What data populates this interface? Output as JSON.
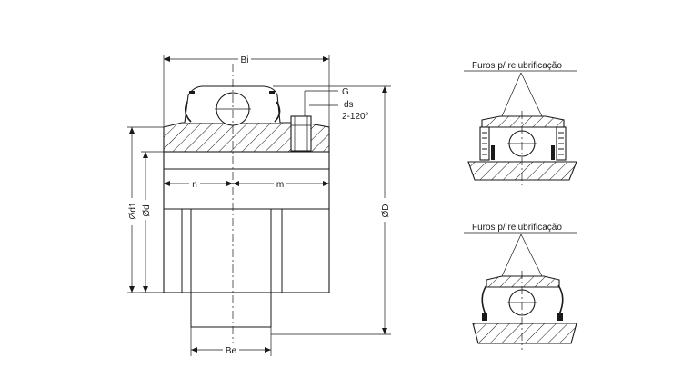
{
  "main_view": {
    "dimensions": {
      "bi": "Bi",
      "be": "Be",
      "n": "n",
      "m": "m",
      "g": "G",
      "ds": "ds",
      "holes": "2-120°",
      "od": "ØD",
      "od1": "Ød1",
      "d": "Ød"
    }
  },
  "detail_views": [
    {
      "label": "Furos p/ relubrificação"
    },
    {
      "label": "Furos p/ relubrificação"
    }
  ],
  "colors": {
    "line": "#1a1a1a",
    "background": "#ffffff"
  }
}
